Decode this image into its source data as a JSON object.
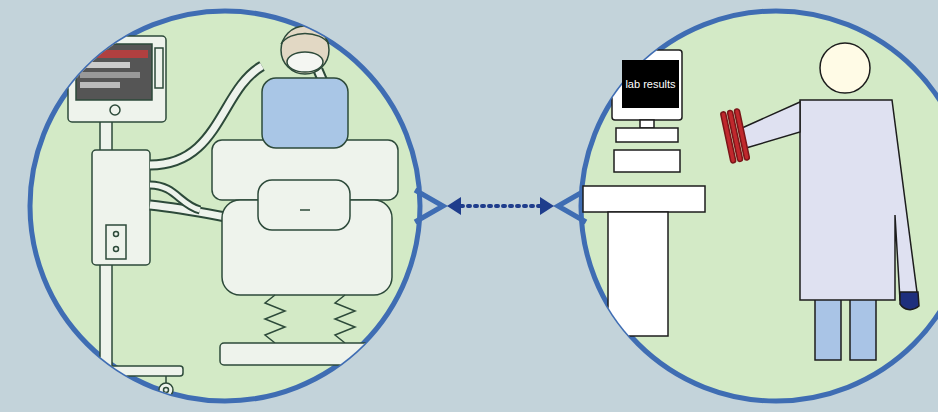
{
  "diagram": {
    "nodes": [
      {
        "text": []
      },
      {
        "text": []
      },
      {
        "text": [
          "lab results"
        ],
        "in": 1
      }
    ],
    "edges": [
      {
        "from": 0,
        "to": 1,
        "arrow": "both"
      }
    ]
  }
}
